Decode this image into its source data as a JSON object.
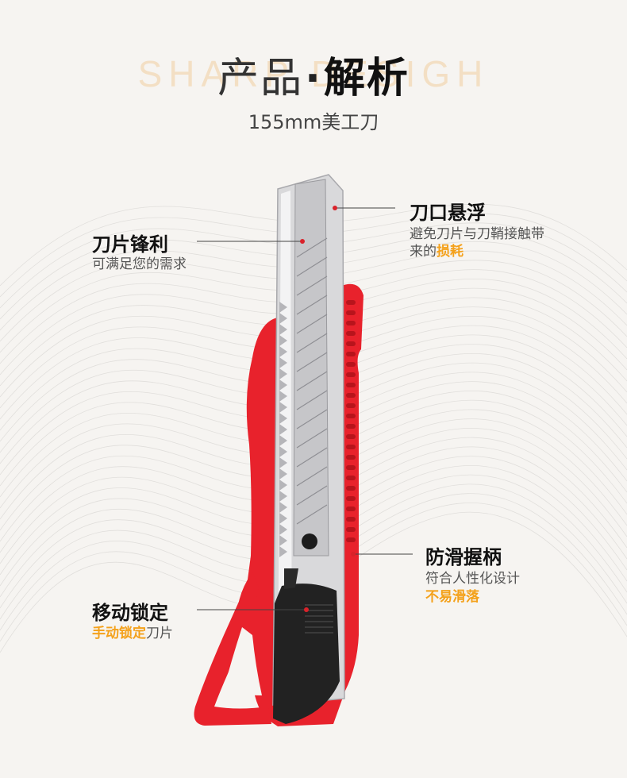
{
  "header": {
    "watermark": "SHARP DESIGH",
    "title_light": "产品",
    "title_dot": "·",
    "title_bold": "解析",
    "subtitle": "155mm美工刀"
  },
  "callouts": {
    "blade_sharp": {
      "title": "刀片锋利",
      "desc": "可满足您的需求"
    },
    "blade_float": {
      "title": "刀口悬浮",
      "desc_line1": "避免刀片与刀鞘接触带",
      "desc_line2_pre": "来的",
      "desc_line2_hl": "损耗"
    },
    "anti_slip": {
      "title": "防滑握柄",
      "desc_line1": "符合人性化设计",
      "desc_line2_hl": "不易滑落"
    },
    "lock": {
      "title": "移动锁定",
      "desc_hl": "手动锁定",
      "desc_post": "刀片"
    }
  },
  "colors": {
    "accent": "#f4a11b",
    "handle_red": "#e8222c",
    "blade_grey": "#cfcfd1",
    "slider_black": "#222222",
    "leader_dot": "#d9222a"
  },
  "icons": [
    "utility-knife-illustration"
  ]
}
